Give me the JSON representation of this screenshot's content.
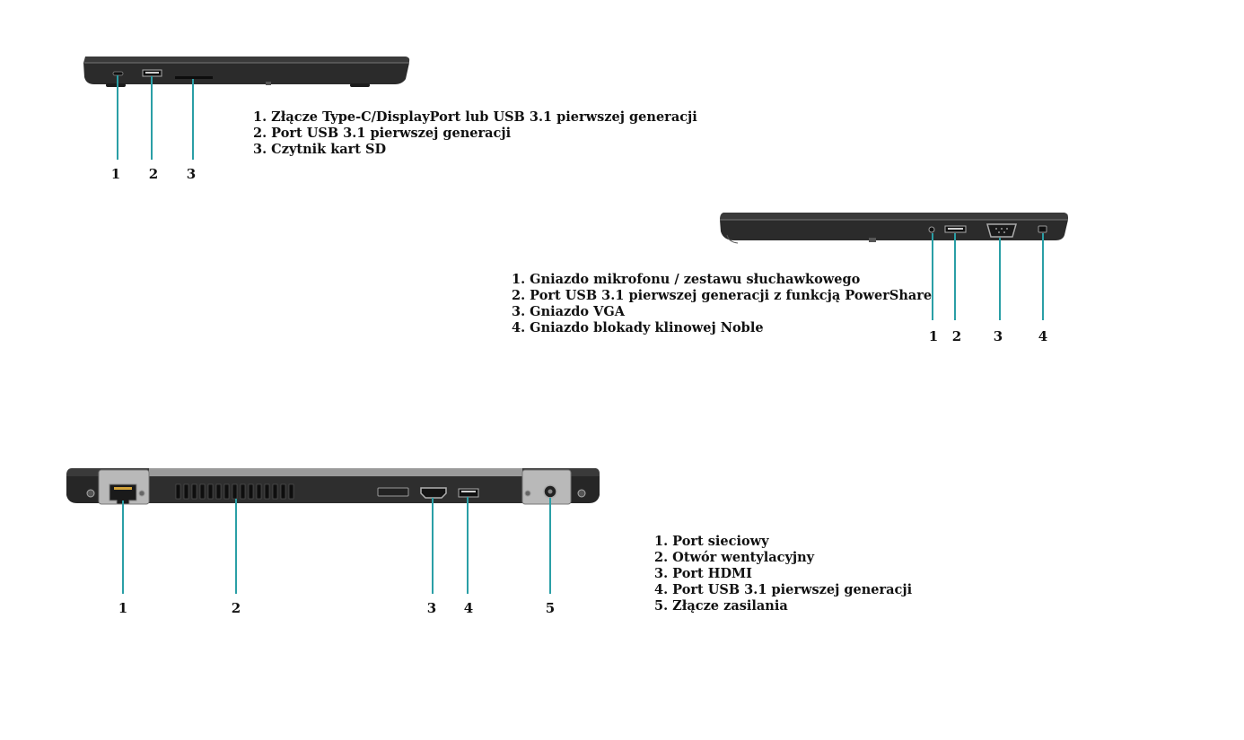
{
  "colors": {
    "leader_line": "#2a9fa6",
    "chassis_dark": "#2b2b2b",
    "chassis_mid": "#4a4a4a",
    "chassis_light": "#8a8a8a",
    "port_silver": "#b5b5b5"
  },
  "left_side": {
    "callout_numbers": [
      "1",
      "2",
      "3"
    ],
    "descriptions": [
      "1. Złącze Type-C/DisplayPort lub USB 3.1 pierwszej generacji",
      "2. Port USB 3.1 pierwszej generacji",
      "3. Czytnik kart SD"
    ]
  },
  "right_side": {
    "callout_numbers": [
      "1",
      "2",
      "3",
      "4"
    ],
    "descriptions": [
      "1. Gniazdo mikrofonu / zestawu słuchawkowego",
      "2. Port USB 3.1 pierwszej generacji z funkcją PowerShare",
      "3. Gniazdo VGA",
      "4. Gniazdo blokady klinowej Noble"
    ]
  },
  "back_side": {
    "callout_numbers": [
      "1",
      "2",
      "3",
      "4",
      "5"
    ],
    "descriptions": [
      "1. Port sieciowy",
      "2. Otwór wentylacyjny",
      "3. Port HDMI",
      "4. Port USB 3.1 pierwszej generacji",
      "5. Złącze zasilania"
    ]
  }
}
